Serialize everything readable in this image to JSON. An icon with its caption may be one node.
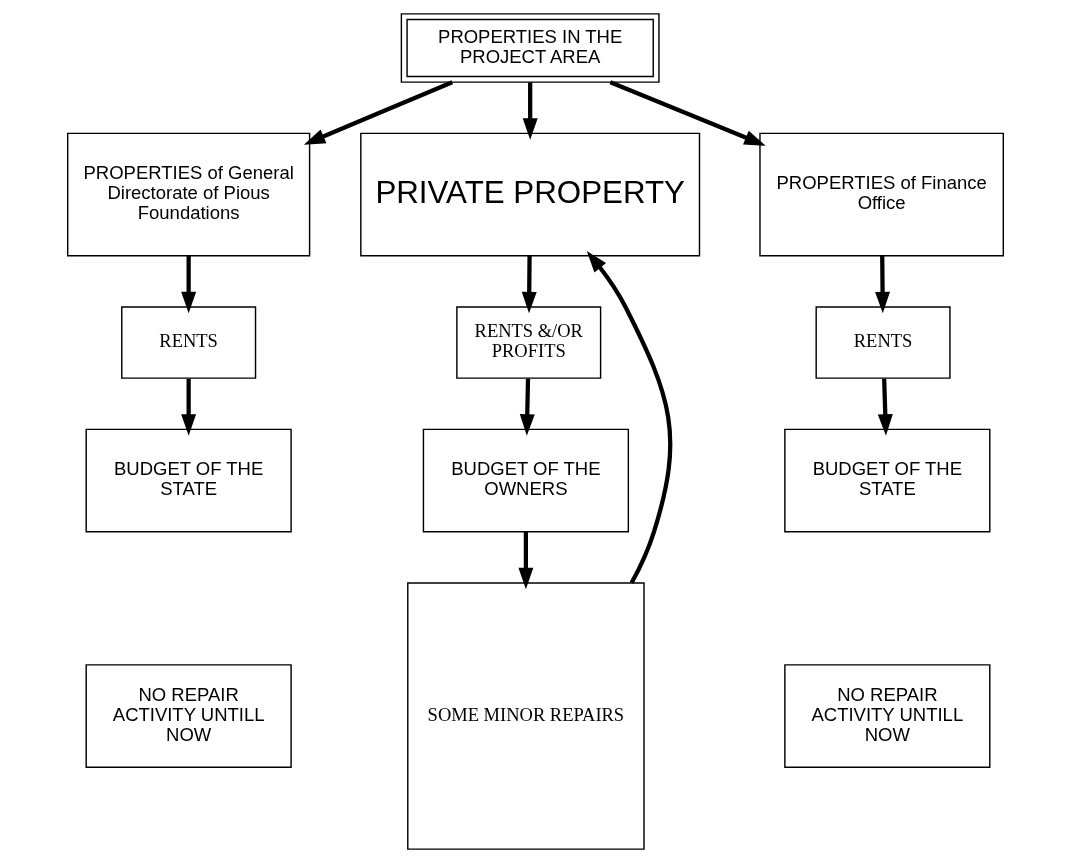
{
  "diagram": {
    "nodes": [
      {
        "text": [
          "PROPERTIES IN THE PROJECT AREA"
        ]
      },
      {
        "text": [
          "PROPERTIES of General Directorate of Pious Foundations"
        ]
      },
      {
        "text": [
          "PRIVATE PROPERTY"
        ]
      },
      {
        "text": [
          "PROPERTIES of Finance Office"
        ]
      },
      {
        "text": [
          "RENTS"
        ]
      },
      {
        "text": [
          "RENTS &/OR PROFITS"
        ]
      },
      {
        "text": [
          "RENTS"
        ]
      },
      {
        "text": [
          "BUDGET OF THE STATE"
        ]
      },
      {
        "text": [
          "BUDGET OF THE OWNERS"
        ]
      },
      {
        "text": [
          "BUDGET OF THE STATE"
        ]
      },
      {
        "text": [
          "NO REPAIR ACTIVITY UNTILL NOW"
        ]
      },
      {
        "text": [
          "NO REPAIR ACTIVITY UNTILL NOW"
        ]
      },
      {
        "text": [
          "SOME MINOR REPAIRS"
        ]
      }
    ],
    "edges": [
      {
        "from": 0,
        "to": 1,
        "arrow": "to"
      },
      {
        "from": 0,
        "to": 2,
        "arrow": "to"
      },
      {
        "from": 0,
        "to": 3,
        "arrow": "to"
      },
      {
        "from": 1,
        "to": 4,
        "arrow": "to"
      },
      {
        "from": 4,
        "to": 7,
        "arrow": "to"
      },
      {
        "from": 2,
        "to": 5,
        "arrow": "to"
      },
      {
        "from": 5,
        "to": 8,
        "arrow": "to"
      },
      {
        "from": 3,
        "to": 6,
        "arrow": "to"
      },
      {
        "from": 6,
        "to": 9,
        "arrow": "to"
      },
      {
        "from": 8,
        "to": 12,
        "arrow": "to"
      },
      {
        "from": 12,
        "to": 2,
        "arrow": "to"
      }
    ]
  }
}
